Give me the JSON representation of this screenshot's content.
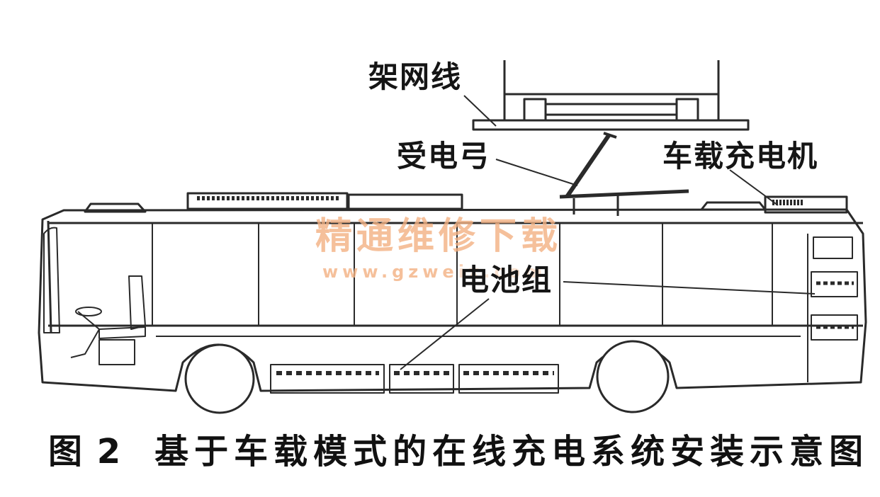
{
  "labels": {
    "overhead_wire": "架网线",
    "pantograph": "受电弓",
    "onboard_charger": "车载充电机",
    "battery_pack": "电池组"
  },
  "watermark": {
    "title": "精通维修下载",
    "url": "www.gzweix.com"
  },
  "caption": {
    "figure_number": "图 2",
    "text": "基于车载模式的在线充电系统安装示意图"
  },
  "colors": {
    "line_art": "#2a2a2a",
    "watermark": "#f3b183",
    "background": "#ffffff"
  }
}
